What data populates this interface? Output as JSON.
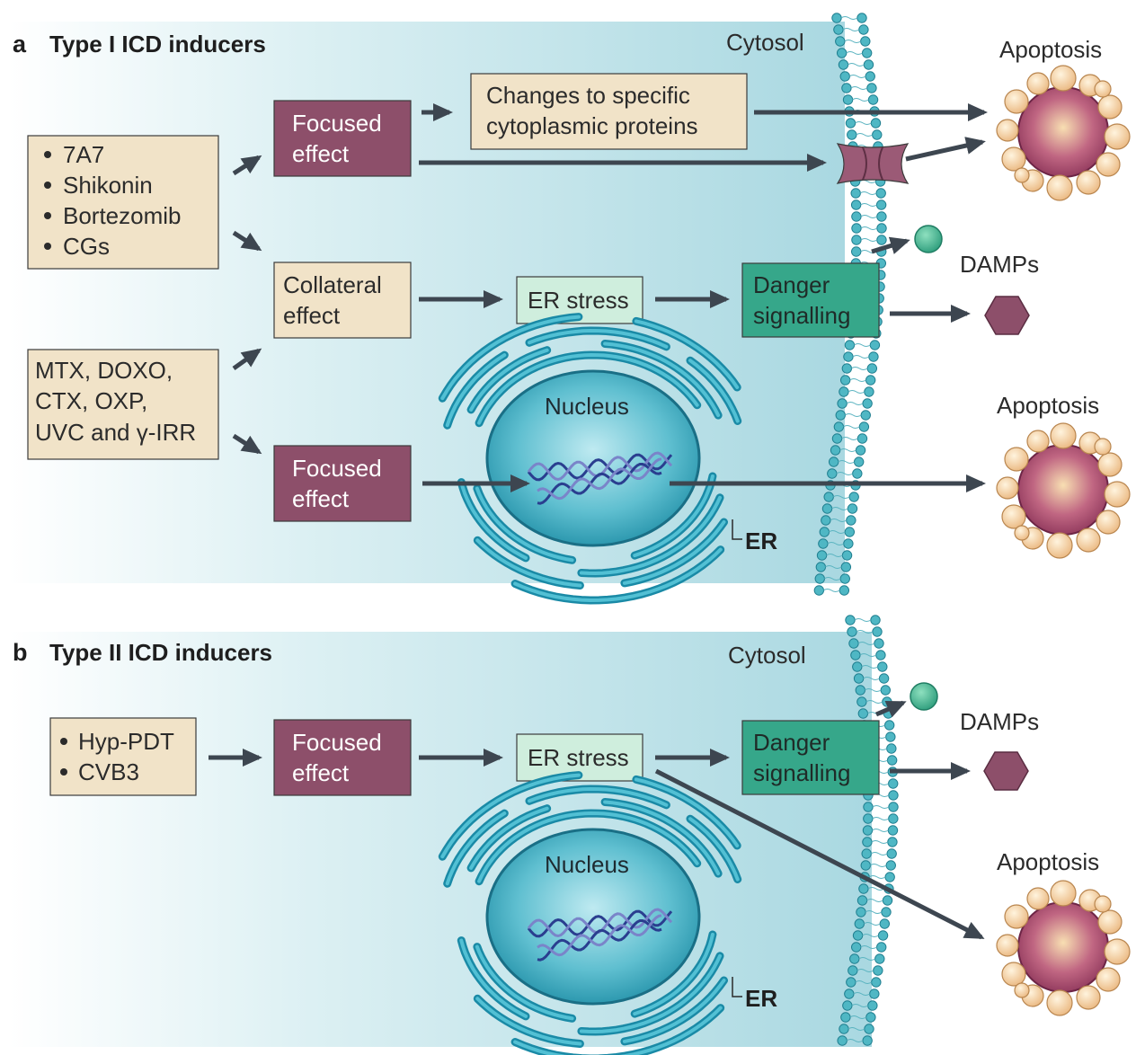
{
  "panel_a": {
    "letter": "a",
    "title": "Type I ICD inducers",
    "cytosol": "Cytosol",
    "inducers_1": [
      "7A7",
      "Shikonin",
      "Bortezomib",
      "CGs"
    ],
    "inducers_2": [
      "MTX, DOXO,",
      "CTX, OXP,",
      "UVC and γ-IRR"
    ],
    "focused_top": [
      "Focused",
      "effect"
    ],
    "collateral": [
      "Collateral",
      "effect"
    ],
    "focused_bottom": [
      "Focused",
      "effect"
    ],
    "changes": [
      "Changes to specific",
      "cytoplasmic proteins"
    ],
    "er_stress": "ER stress",
    "danger": [
      "Danger",
      "signalling"
    ],
    "nucleus": "Nucleus",
    "er": "ER",
    "apoptosis_top": "Apoptosis",
    "apoptosis_bottom": "Apoptosis",
    "damps": "DAMPs"
  },
  "panel_b": {
    "letter": "b",
    "title": "Type II ICD inducers",
    "cytosol": "Cytosol",
    "inducers": [
      "Hyp-PDT",
      "CVB3"
    ],
    "focused": [
      "Focused",
      "effect"
    ],
    "er_stress": "ER stress",
    "danger": [
      "Danger",
      "signalling"
    ],
    "nucleus": "Nucleus",
    "er": "ER",
    "damps": "DAMPs",
    "apoptosis": "Apoptosis"
  },
  "colors": {
    "cell_bg": "#bfe3ea",
    "tan_box": "#f1e3c8",
    "plum_box": "#8d4f6a",
    "mint_box": "#cfeedd",
    "green_box": "#36a78a",
    "membrane_head": "#4fb7c4",
    "arrow": "#3d4650",
    "apoptotic_cell": "#a24a6d",
    "bleb": "#f6cf9a"
  },
  "icons": {
    "receptor": "membrane-channel-icon",
    "damp_hexagon": "hexagon-damp-icon",
    "damp_sphere": "sphere-damp-icon",
    "dna": "dna-helix-icon"
  }
}
